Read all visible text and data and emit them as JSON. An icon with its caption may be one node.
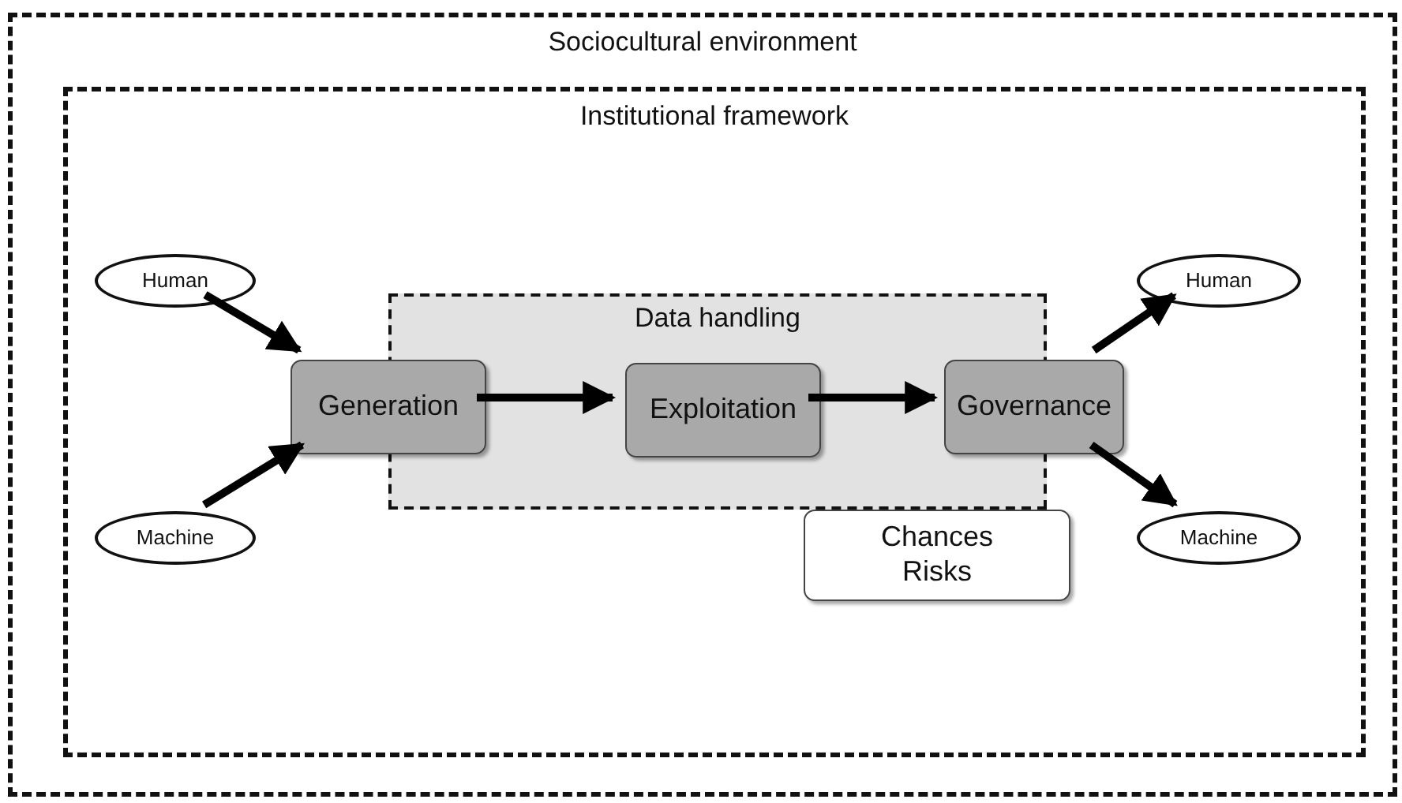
{
  "diagram": {
    "nodes": [
      {
        "text": [
          "Sociocultural environment"
        ]
      },
      {
        "text": [
          "Institutional framework"
        ],
        "in": 0
      },
      {
        "text": [
          "Human"
        ],
        "in": 1
      },
      {
        "text": [
          "Machine"
        ],
        "in": 1
      },
      {
        "text": [
          "Data handling"
        ],
        "in": 1
      },
      {
        "text": [
          "Generation"
        ],
        "in": 1
      },
      {
        "text": [
          "Exploitation"
        ],
        "in": 4
      },
      {
        "text": [
          "Governance"
        ],
        "in": 1
      },
      {
        "text": [
          "Chances",
          "Risks"
        ],
        "in": 1
      },
      {
        "text": [
          "Human"
        ],
        "in": 1
      },
      {
        "text": [
          "Machine"
        ],
        "in": 1
      }
    ],
    "edges": [
      {
        "from": 2,
        "to": 5,
        "arrow": "to"
      },
      {
        "from": 3,
        "to": 5,
        "arrow": "to"
      },
      {
        "from": 5,
        "to": 6,
        "arrow": "to"
      },
      {
        "from": 6,
        "to": 7,
        "arrow": "to"
      },
      {
        "from": 7,
        "to": 9,
        "arrow": "to"
      },
      {
        "from": 7,
        "to": 10,
        "arrow": "to"
      }
    ]
  }
}
